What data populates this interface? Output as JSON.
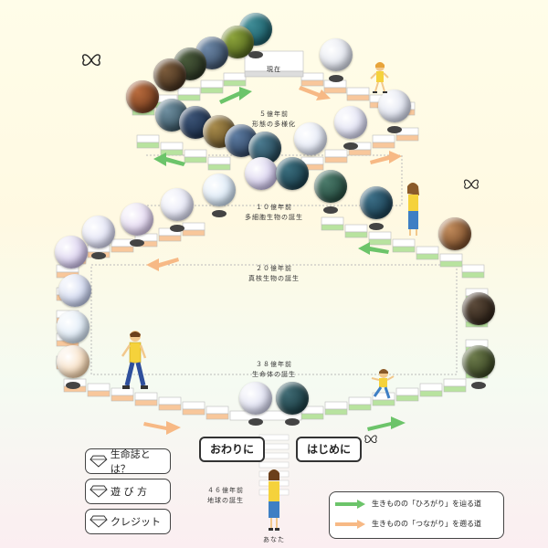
{
  "eras": {
    "present": "現在",
    "e500a": "５億年前",
    "e500b": "形態の多様化",
    "e1000a": "１０億年前",
    "e1000b": "多細胞生物の誕生",
    "e2000a": "２０億年前",
    "e2000b": "真核生物の誕生",
    "e3800a": "３８億年前",
    "e3800b": "生命体の誕生",
    "e4600a": "４６億年前",
    "e4600b": "地球の誕生"
  },
  "you_label": "あなた",
  "buttons": {
    "end": "おわりに",
    "start": "はじめに"
  },
  "menu": [
    "生命誌とは？",
    "遊 び 方",
    "クレジット"
  ],
  "legend": {
    "green_label": "生きものの「ひろがり」を辿る道",
    "orange_label": "生きものの「つながり」を遡る道",
    "green_color": "#6cc46a",
    "orange_color": "#f7b985"
  },
  "colors": {
    "step_top": "#ffffff",
    "step_green": "#b8e39f",
    "step_orange": "#f8c79b",
    "step_edge": "#aaaaaa"
  }
}
